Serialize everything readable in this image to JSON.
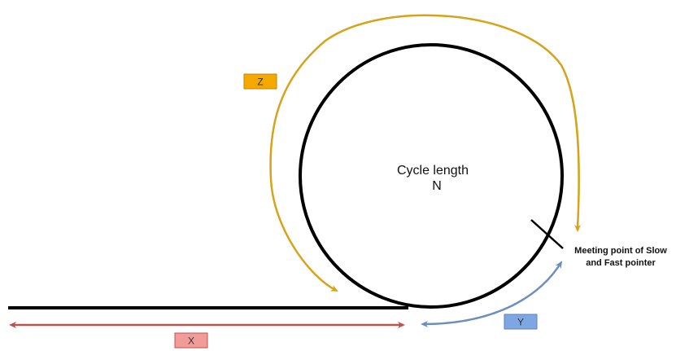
{
  "center": {
    "title": "Cycle length",
    "symbol": "N"
  },
  "meeting_point": {
    "line1": "Meeting point of Slow",
    "line2": "and Fast pointer"
  },
  "tags": {
    "z": {
      "label": "Z",
      "fill": "#f5a800",
      "stroke": "#c88600"
    },
    "y": {
      "label": "Y",
      "fill": "#7ea6e0",
      "stroke": "#5f83bf"
    },
    "x": {
      "label": "X",
      "fill": "#f19c99",
      "stroke": "#c0504d"
    }
  },
  "colors": {
    "cycle": "#000000",
    "z_arrow": "#d6a31a",
    "y_arrow": "#6c8ebf",
    "x_arrow": "#b85450"
  }
}
